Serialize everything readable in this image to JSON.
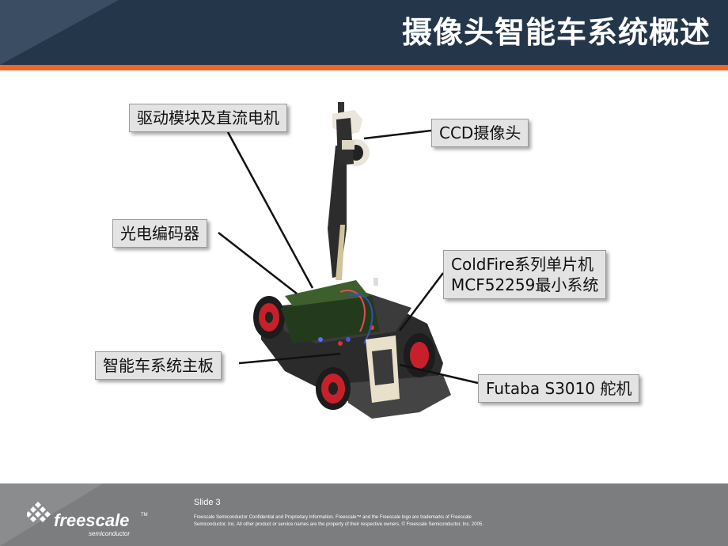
{
  "header": {
    "title": "摄像头智能车系统概述"
  },
  "callouts": {
    "drive": "驱动模块及直流电机",
    "ccd": "CCD摄像头",
    "encoder": "光电编码器",
    "mcu_line1": "ColdFire系列单片机",
    "mcu_line2": "MCF52259最小系统",
    "board": "智能车系统主板",
    "servo": "Futaba S3010 舵机"
  },
  "footer": {
    "slide_label": "Slide 3",
    "legal_line1": "Freescale Semiconductor Confidential and Proprietary Information. Freescale™ and the Freescale logo are trademarks of Freescale",
    "legal_line2": "Semiconductor, Inc. All other product or service names are the property of their respective owners. © Freescale Semiconductor, Inc. 2005.",
    "logo_text": "freescale",
    "logo_tm": "TM",
    "logo_sub": "semiconductor"
  },
  "colors": {
    "header_bg": "#24364a",
    "accent": "#f26522",
    "footer_bg": "#7b7d7f",
    "callout_bg": "#e3e3e3"
  },
  "images": {
    "photo": "smart-car-robot-photo"
  }
}
